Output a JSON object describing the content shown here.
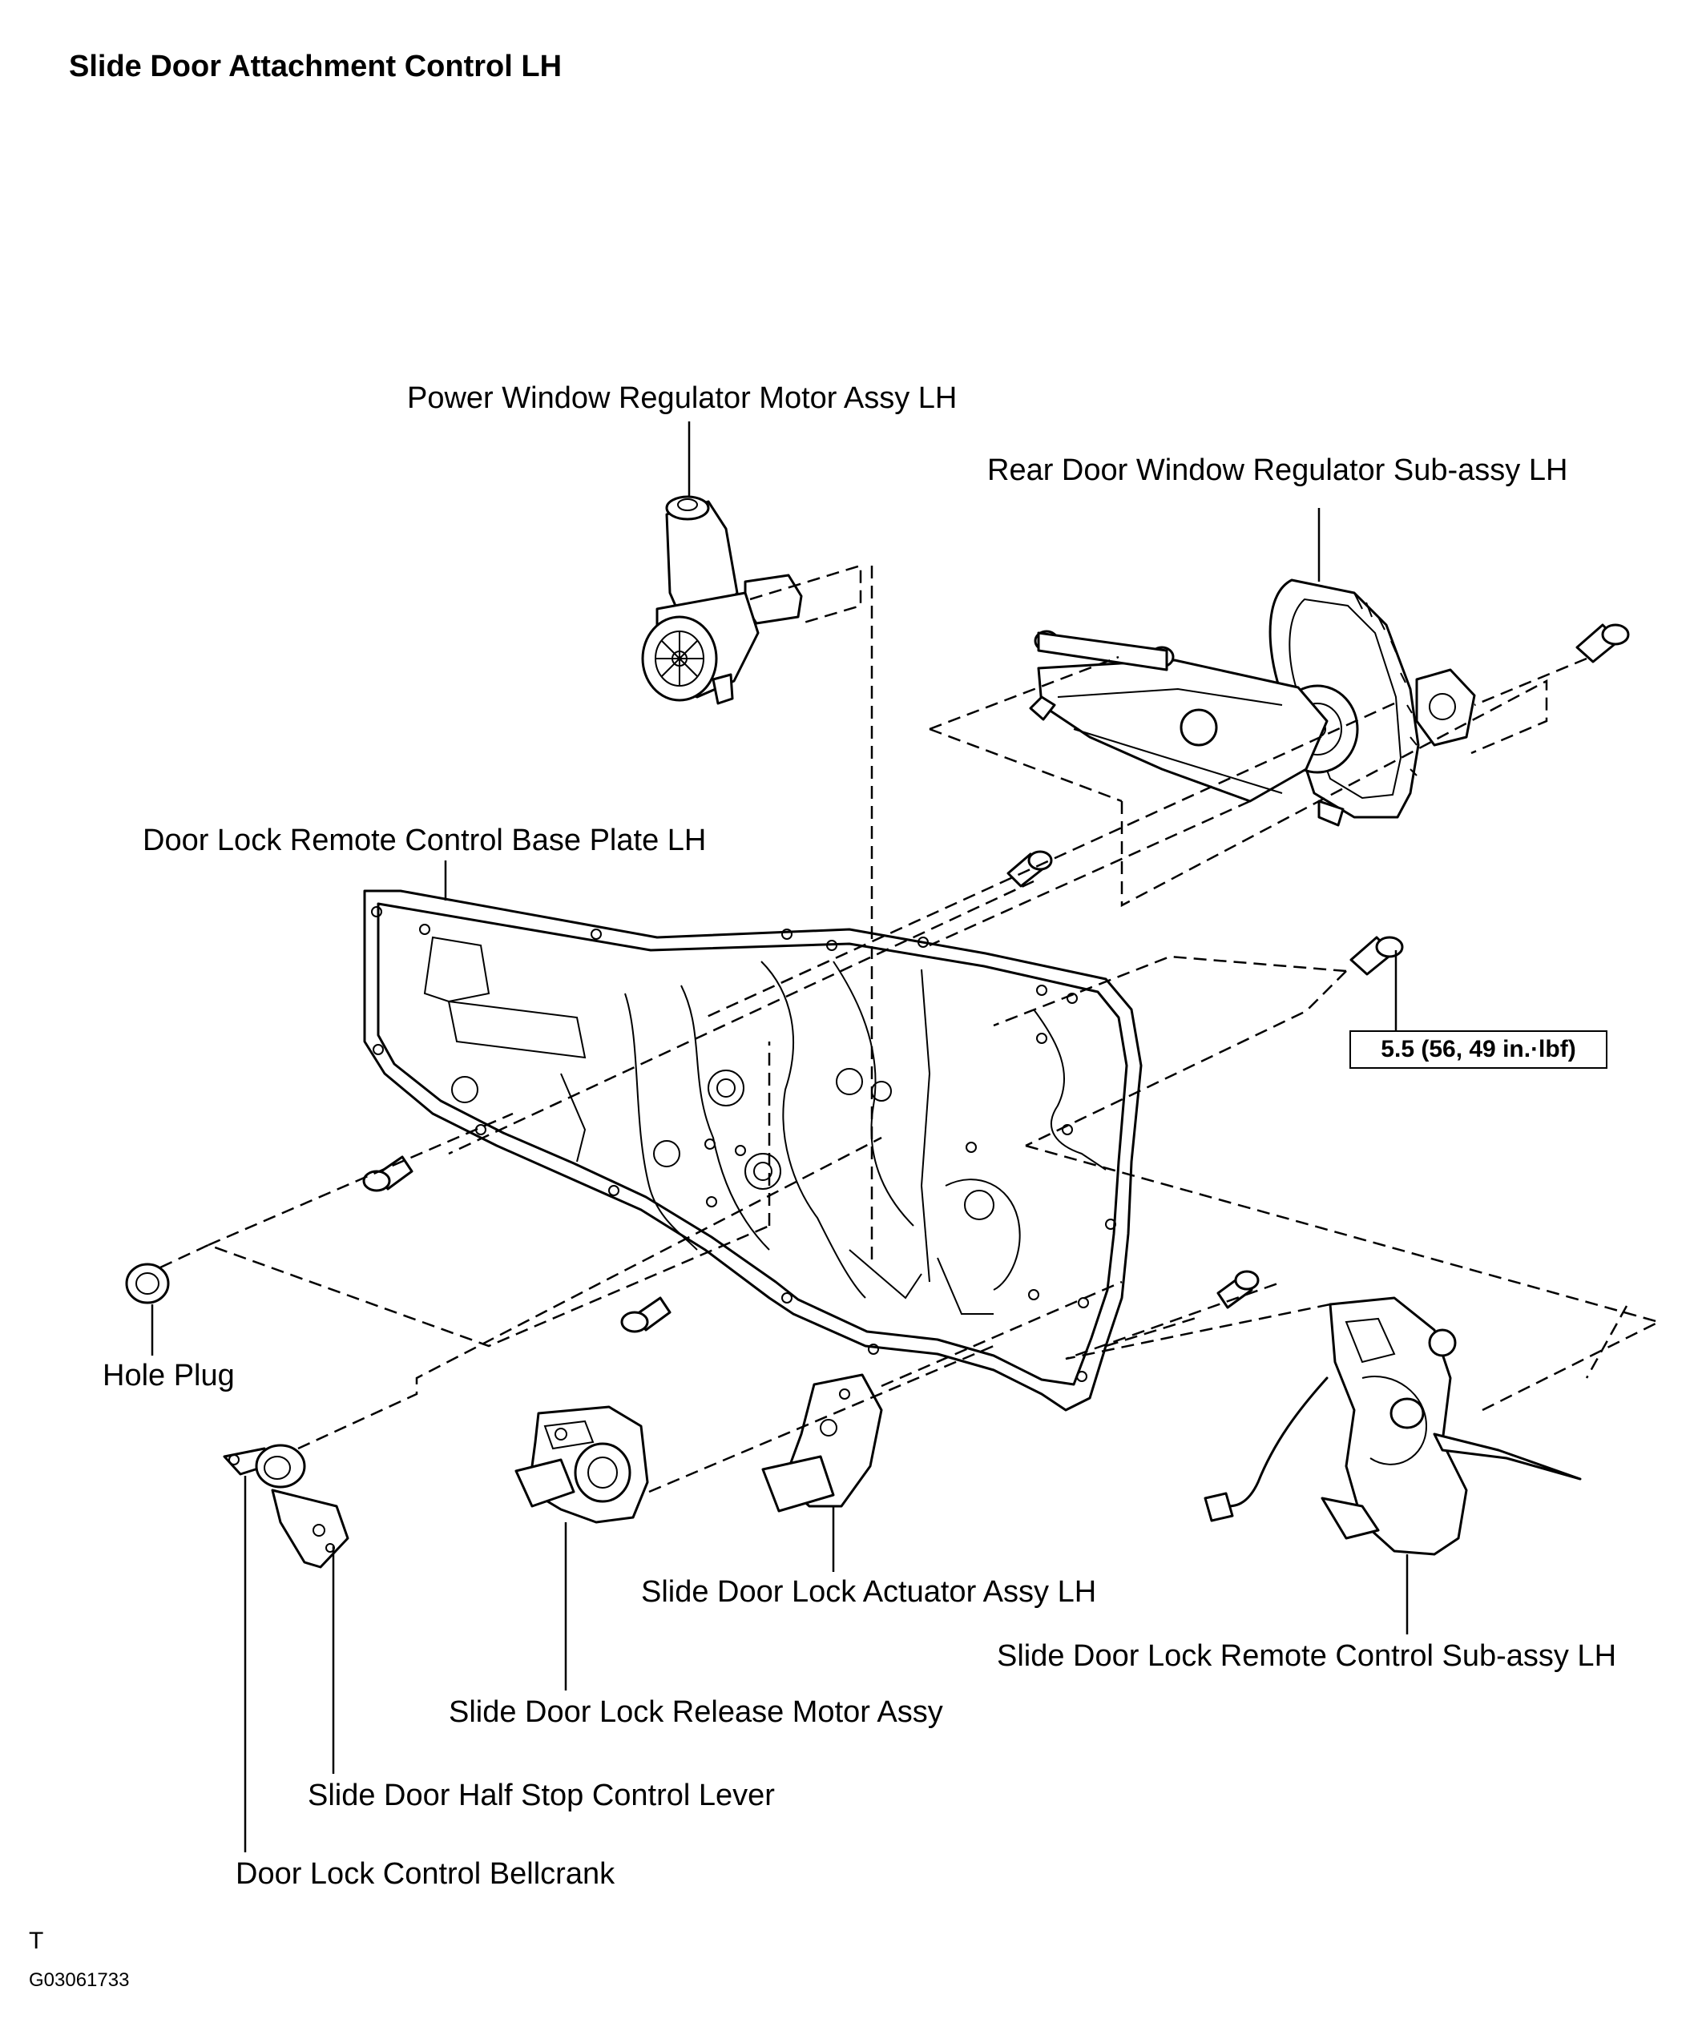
{
  "title": "Slide Door Attachment Control LH",
  "labels": {
    "power_window_motor": "Power Window Regulator Motor Assy LH",
    "rear_window_regulator": "Rear Door Window Regulator Sub-assy LH",
    "base_plate": "Door Lock Remote Control Base Plate LH",
    "hole_plug": "Hole Plug",
    "actuator": "Slide Door Lock Actuator Assy LH",
    "remote_control": "Slide Door Lock Remote Control Sub-assy LH",
    "release_motor": "Slide Door Lock Release Motor Assy",
    "half_stop_lever": "Slide Door Half Stop Control Lever",
    "bellcrank": "Door Lock Control Bellcrank"
  },
  "torque_spec": "5.5 (56, 49 in.·lbf)",
  "footer": {
    "mark": "T",
    "figure_code": "G03061733"
  }
}
